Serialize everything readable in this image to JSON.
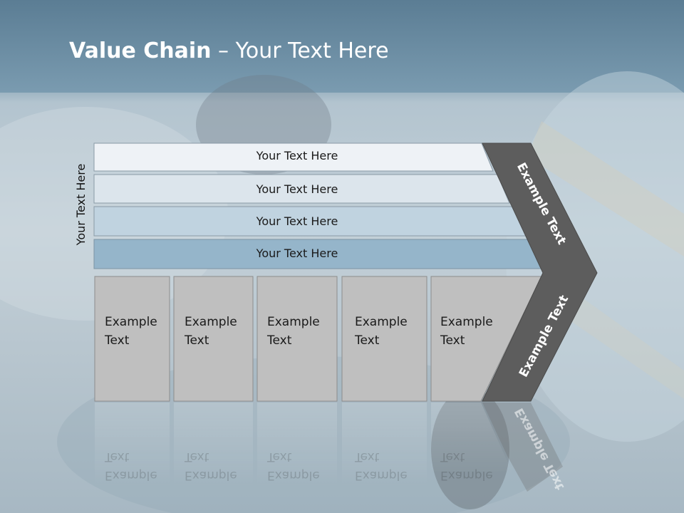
{
  "slide": {
    "title_bold": "Value Chain",
    "title_rest": " – Your Text Here",
    "side_label": "Your Text Here"
  },
  "bars": [
    {
      "label": "Your Text Here",
      "color": "#eef2f6"
    },
    {
      "label": "Your Text Here",
      "color": "#dce5ec"
    },
    {
      "label": "Your Text Here",
      "color": "#c0d3e0"
    },
    {
      "label": "Your Text Here",
      "color": "#95b5ca"
    }
  ],
  "boxes": [
    {
      "line1": "Example",
      "line2": "Text"
    },
    {
      "line1": "Example",
      "line2": "Text"
    },
    {
      "line1": "Example",
      "line2": "Text"
    },
    {
      "line1": "Example",
      "line2": "Text"
    },
    {
      "line1": "Example",
      "line2": "Text"
    }
  ],
  "chevron": {
    "upper_label": "Example Text",
    "lower_label": "Example Text",
    "color": "#5d5d5d"
  },
  "colors": {
    "box_fill": "#bfbfbf",
    "box_border": "#8c8c8c",
    "title": "#ffffff"
  }
}
